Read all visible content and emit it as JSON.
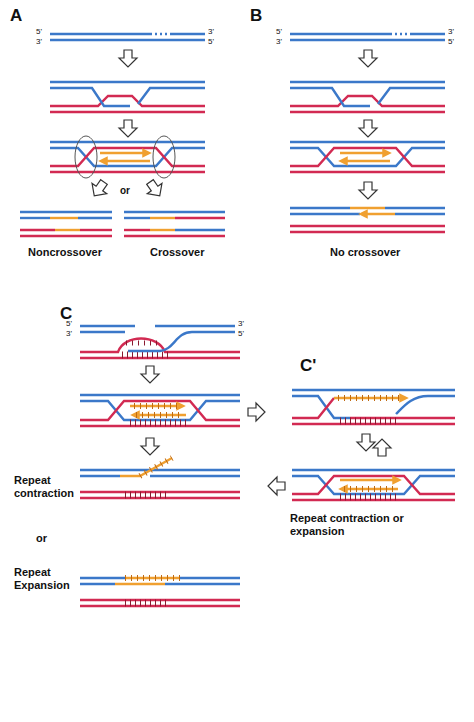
{
  "diagram": {
    "labels": [
      "A",
      "5'",
      "3'",
      "3'",
      "5'",
      "or",
      "Noncrossover",
      "Crossover",
      "B",
      "5'",
      "3'",
      "3'",
      "5'",
      "No crossover",
      "C",
      "5'",
      "3'",
      "3'",
      "5'",
      "C'",
      "Repeat contraction",
      "Repeat contraction or expansion",
      "or",
      "Repeat Expansion"
    ]
  }
}
